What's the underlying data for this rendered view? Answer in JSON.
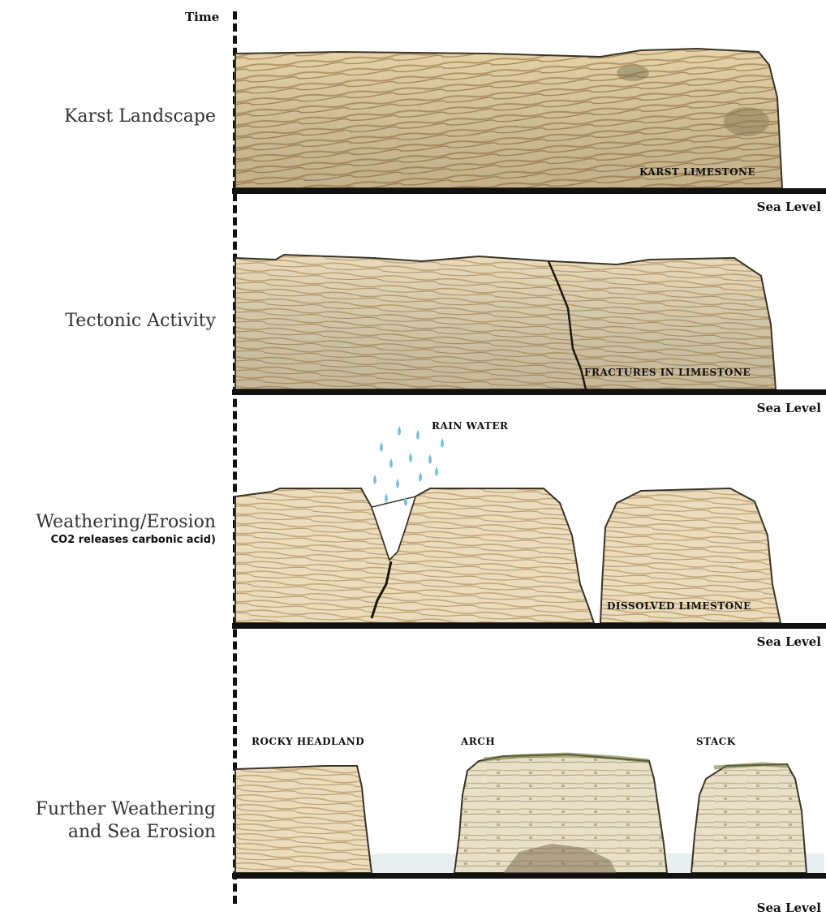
{
  "axis": {
    "label": "Time"
  },
  "stages": [
    {
      "title": "Karst Landscape",
      "subtitle": "",
      "rock_labels": [
        "KARST LIMESTONE"
      ]
    },
    {
      "title": "Tectonic Activity",
      "subtitle": "",
      "rock_labels": [
        "FRACTURES IN LIMESTONE"
      ]
    },
    {
      "title": "Weathering/Erosion",
      "subtitle": "CO2 releases carbonic acid)",
      "rock_labels": [
        "RAIN WATER",
        "DISSOLVED LIMESTONE"
      ]
    },
    {
      "title": "Further Weathering and Sea Erosion",
      "title_line1": "Further Weathering",
      "title_line2": "and Sea Erosion",
      "subtitle": "",
      "rock_labels": [
        "ROCKY HEADLAND",
        "ARCH",
        "STACK"
      ]
    }
  ],
  "sea_level": "Sea Level",
  "colors": {
    "rock_light": "#e8d6ae",
    "rock_mid": "#cdb484",
    "rock_dark": "#8c7450",
    "rain": "#7bbfe0",
    "ink": "#111111"
  }
}
